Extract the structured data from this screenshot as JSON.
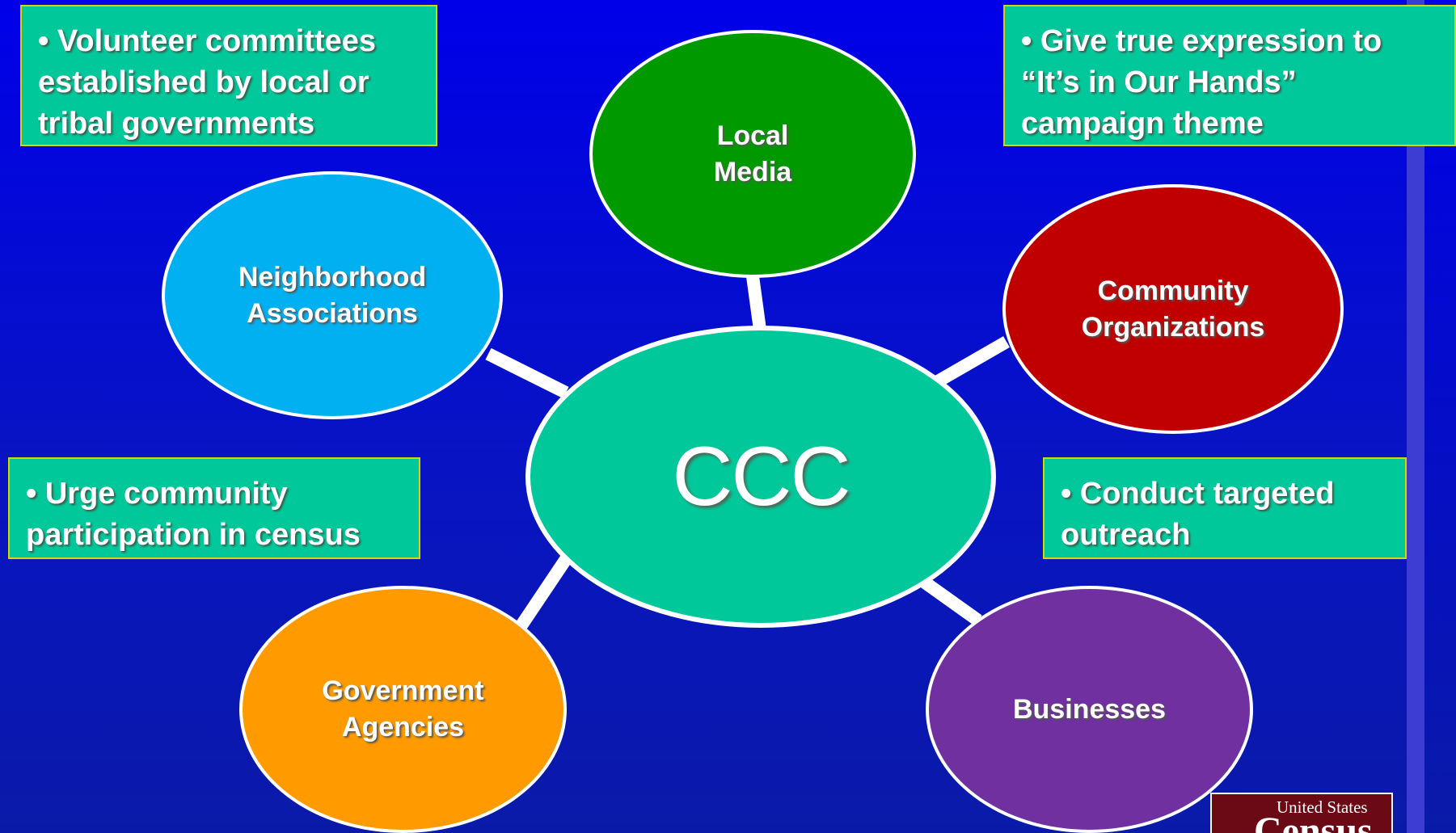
{
  "diagram": {
    "center": {
      "label": "CCC",
      "color": "#00c89a"
    },
    "nodes": [
      {
        "id": "local-media",
        "label": "Local\nMedia",
        "color": "#009a00"
      },
      {
        "id": "neighborhood-associations",
        "label": "Neighborhood\nAssociations",
        "color": "#00b0f0"
      },
      {
        "id": "community-organizations",
        "label": "Community\nOrganizations",
        "color": "#c00000"
      },
      {
        "id": "government-agencies",
        "label": "Government\nAgencies",
        "color": "#ff9a00"
      },
      {
        "id": "businesses",
        "label": "Businesses",
        "color": "#7030a0"
      }
    ],
    "notes": [
      {
        "id": "volunteer",
        "text": "• Volunteer committees\nestablished by local or\ntribal governments"
      },
      {
        "id": "expression",
        "text": "• Give true expression to\n“It’s in Our Hands”\ncampaign theme"
      },
      {
        "id": "participation",
        "text": "• Urge community\nparticipation in census"
      },
      {
        "id": "outreach",
        "text": "• Conduct targeted\noutreach"
      }
    ],
    "note_color": "#00c89a",
    "note_border_color": "#d8d600"
  },
  "logo": {
    "line1": "United States",
    "line2": "Census",
    "color": "#6b0a14"
  }
}
